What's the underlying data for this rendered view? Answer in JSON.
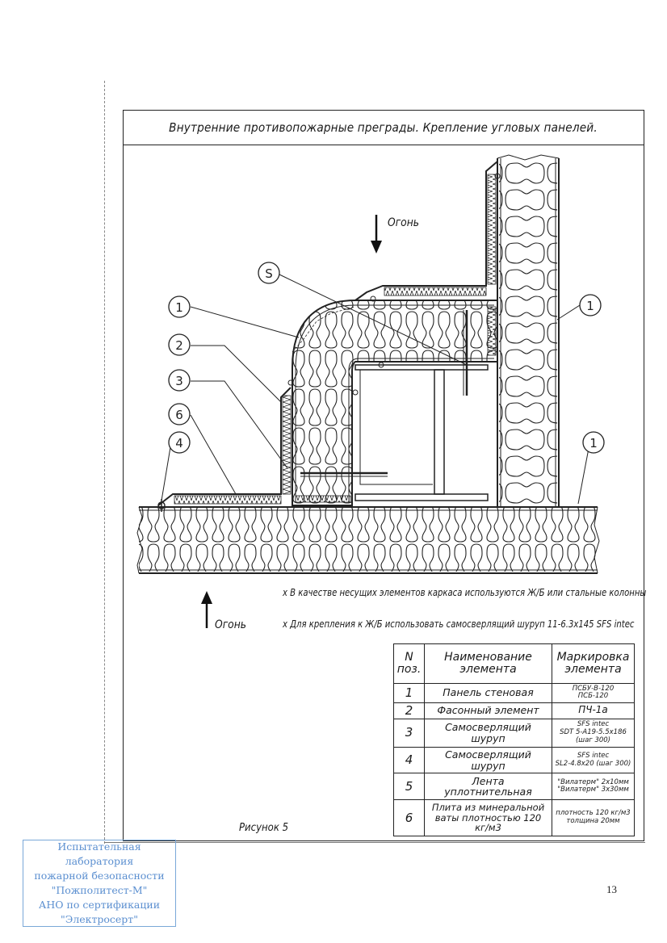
{
  "title": "Внутренние противопожарные преграды. Крепление угловых панелей.",
  "fire_labels": {
    "top": "Огонь",
    "bottom": "Огонь"
  },
  "callouts": [
    "S",
    "1",
    "2",
    "3",
    "6",
    "4",
    "1",
    "1"
  ],
  "notes": [
    "x В качестве несущих элементов каркаса используются Ж/Б или стальные колонны",
    "x Для крепления к Ж/Б использовать самосверлящий шуруп 11-6.3x145 SFS intec"
  ],
  "figure_caption": "Рисунок 5",
  "table": {
    "headers": {
      "n": "N поз.",
      "name": "Наименование элемента",
      "mark": "Маркировка элемента"
    },
    "rows": [
      {
        "n": "1",
        "name": "Панель стеновая",
        "mark": [
          "ПСБУ-В-120",
          "ПСБ-120"
        ]
      },
      {
        "n": "2",
        "name": "Фасонный элемент",
        "mark": [
          "ПЧ-1а"
        ]
      },
      {
        "n": "3",
        "name": "Самосверлящий шуруп",
        "mark": [
          "SFS intec",
          "SDT 5-A19-5.5x186 (шаг 300)"
        ]
      },
      {
        "n": "4",
        "name": "Самосверлящий шуруп",
        "mark": [
          "SFS intec",
          "SL2-4.8x20 (шаг 300)"
        ]
      },
      {
        "n": "5",
        "name": "Лента уплотнительная",
        "mark": [
          "\"Вилатерм\" 2x10мм",
          "\"Вилатерм\" 3x30мм"
        ]
      },
      {
        "n": "6",
        "name": "Плита из минеральной ваты плотностью 120 кг/м3",
        "mark": [
          "плотность 120 кг/м3",
          "толщина 20мм"
        ]
      }
    ]
  },
  "stamp": {
    "lines": [
      "Испытательная",
      "лаборатория",
      "пожарной безопасности",
      "\"Пожполитест-М\"",
      "АНО по сертификации",
      "\"Электросерт\""
    ],
    "color": "#5b8fd0"
  },
  "page_number": "13"
}
